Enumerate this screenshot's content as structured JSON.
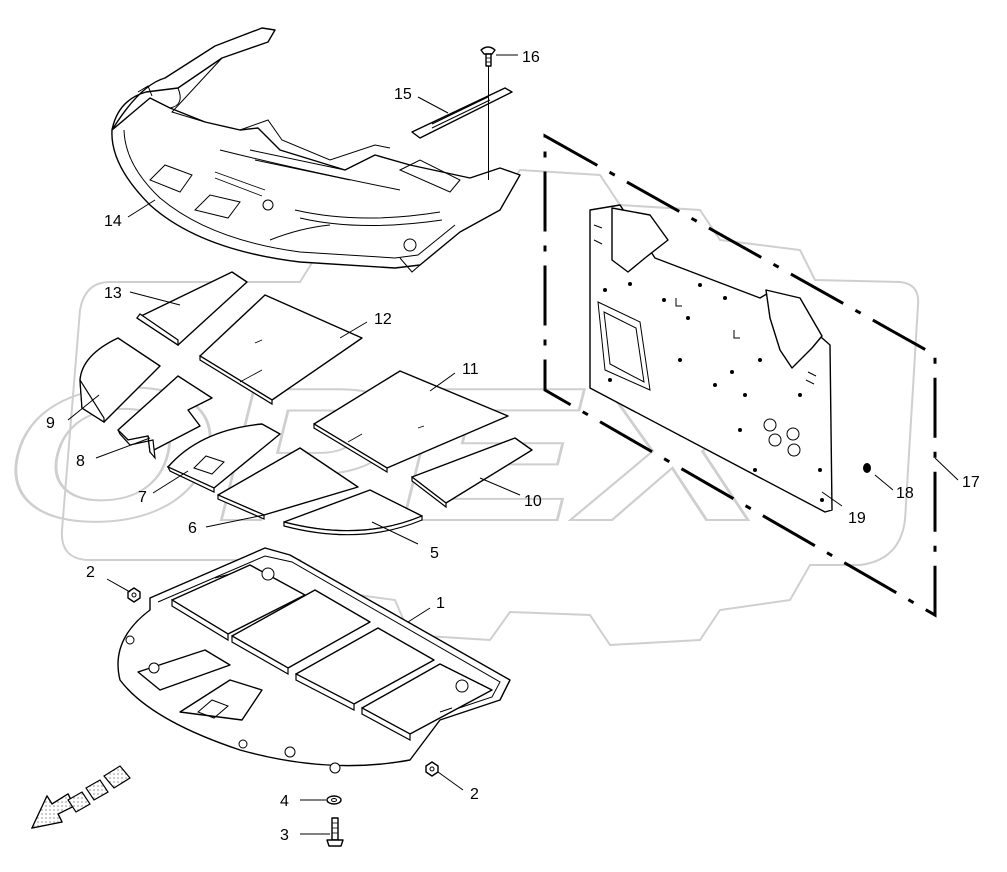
{
  "diagram": {
    "watermark_text": "OPEX",
    "callouts": [
      {
        "id": "c1",
        "label": "1"
      },
      {
        "id": "c2a",
        "label": "2"
      },
      {
        "id": "c2b",
        "label": "2"
      },
      {
        "id": "c3",
        "label": "3"
      },
      {
        "id": "c4",
        "label": "4"
      },
      {
        "id": "c5",
        "label": "5"
      },
      {
        "id": "c6",
        "label": "6"
      },
      {
        "id": "c7",
        "label": "7"
      },
      {
        "id": "c8",
        "label": "8"
      },
      {
        "id": "c9",
        "label": "9"
      },
      {
        "id": "c10",
        "label": "10"
      },
      {
        "id": "c11",
        "label": "11"
      },
      {
        "id": "c12",
        "label": "12"
      },
      {
        "id": "c13",
        "label": "13"
      },
      {
        "id": "c14",
        "label": "14"
      },
      {
        "id": "c15",
        "label": "15"
      },
      {
        "id": "c16",
        "label": "16"
      },
      {
        "id": "c17",
        "label": "17"
      },
      {
        "id": "c18",
        "label": "18"
      },
      {
        "id": "c19",
        "label": "19"
      }
    ]
  },
  "colors": {
    "line": "#000000",
    "watermark": "#cfcfcf",
    "arrow_fill": "#a9a9a9",
    "background": "#ffffff"
  }
}
